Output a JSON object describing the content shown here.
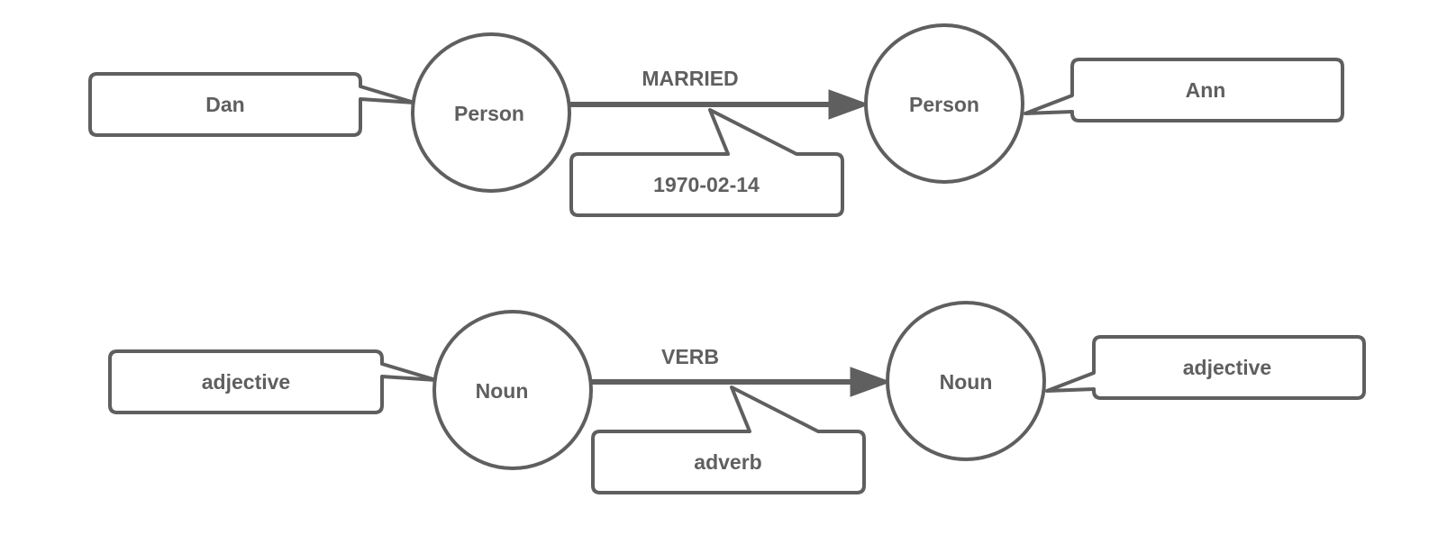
{
  "colors": {
    "stroke": "#5f5f5f",
    "text": "#5f5f5f",
    "fill": "#ffffff"
  },
  "diagram_1": {
    "source_node": {
      "label": "Person"
    },
    "source_callout": {
      "label": "Dan"
    },
    "edge": {
      "label": "MARRIED"
    },
    "edge_callout": {
      "label": "1970-02-14"
    },
    "target_node": {
      "label": "Person"
    },
    "target_callout": {
      "label": "Ann"
    }
  },
  "diagram_2": {
    "source_node": {
      "label": "Noun"
    },
    "source_callout": {
      "label": "adjective"
    },
    "edge": {
      "label": "VERB"
    },
    "edge_callout": {
      "label": "adverb"
    },
    "target_node": {
      "label": "Noun"
    },
    "target_callout": {
      "label": "adjective"
    }
  }
}
